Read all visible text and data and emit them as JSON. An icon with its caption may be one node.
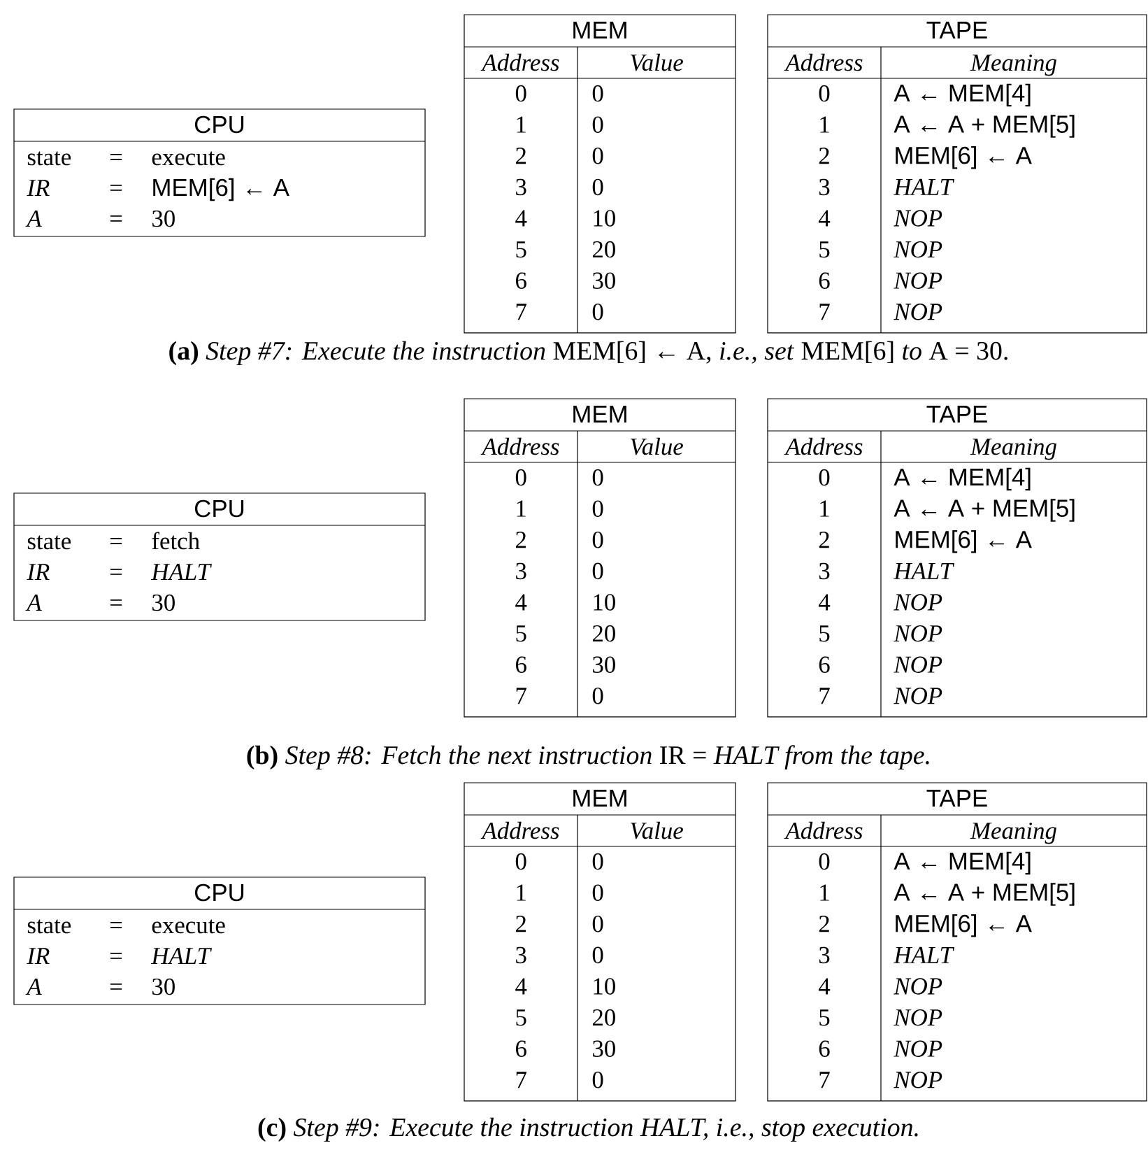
{
  "diagram": {
    "nodes": [
      {
        "text": [
          "CPU",
          "state",
          "=",
          "execute",
          "IR",
          "=",
          "MEM[6] ← A",
          "A",
          "=",
          "30"
        ]
      },
      {
        "text": [
          "MEM",
          "Address",
          "Value",
          "0",
          "0",
          "1",
          "0",
          "2",
          "0",
          "3",
          "0",
          "4",
          "10",
          "5",
          "20",
          "6",
          "30",
          "7",
          "0"
        ]
      },
      {
        "text": [
          "TAPE",
          "Address",
          "Meaning",
          "0",
          "A ← MEM[4]",
          "1",
          "A ← A + MEM[5]",
          "2",
          "MEM[6] ← A",
          "3",
          "HALT",
          "4",
          "NOP",
          "5",
          "NOP",
          "6",
          "NOP",
          "7",
          "NOP"
        ]
      },
      {
        "text": [
          "CPU",
          "state",
          "=",
          "fetch",
          "IR",
          "=",
          "HALT",
          "A",
          "=",
          "30"
        ]
      },
      {
        "text": [
          "MEM",
          "Address",
          "Value",
          "0",
          "0",
          "1",
          "0",
          "2",
          "0",
          "3",
          "0",
          "4",
          "10",
          "5",
          "20",
          "6",
          "30",
          "7",
          "0"
        ]
      },
      {
        "text": [
          "TAPE",
          "Address",
          "Meaning",
          "0",
          "A ← MEM[4]",
          "1",
          "A ← A + MEM[5]",
          "2",
          "MEM[6] ← A",
          "3",
          "HALT",
          "4",
          "NOP",
          "5",
          "NOP",
          "6",
          "NOP",
          "7",
          "NOP"
        ]
      },
      {
        "text": [
          "CPU",
          "state",
          "=",
          "execute",
          "IR",
          "=",
          "HALT",
          "A",
          "=",
          "30"
        ]
      },
      {
        "text": [
          "MEM",
          "Address",
          "Value",
          "0",
          "0",
          "1",
          "0",
          "2",
          "0",
          "3",
          "0",
          "4",
          "10",
          "5",
          "20",
          "6",
          "30",
          "7",
          "0"
        ]
      },
      {
        "text": [
          "TAPE",
          "Address",
          "Meaning",
          "0",
          "A ← MEM[4]",
          "1",
          "A ← A + MEM[5]",
          "2",
          "MEM[6] ← A",
          "3",
          "HALT",
          "4",
          "NOP",
          "5",
          "NOP",
          "6",
          "NOP",
          "7",
          "NOP"
        ]
      }
    ],
    "labels": [
      "**(a)** *Step #7: Execute the instruction* MEM[6] ← A, *i.e., set* MEM[6] *to* A = 30.",
      "**(b)** *Step #8: Fetch the next instruction* IR = *HALT from the tape.*",
      "**(c)** *Step #9: Execute the instruction HALT, i.e., stop execution.*"
    ]
  }
}
